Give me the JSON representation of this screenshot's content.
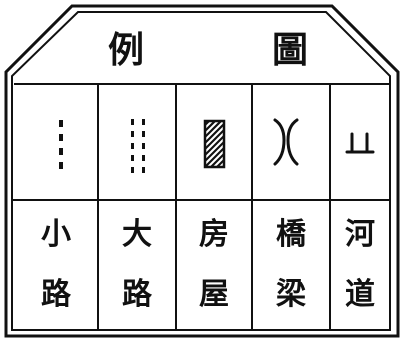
{
  "legend": {
    "title_left": "例",
    "title_right": "圖",
    "items": [
      {
        "symbol": "dotted-line-icon",
        "name_top": "小",
        "name_bottom": "路"
      },
      {
        "symbol": "double-dotted-line-icon",
        "name_top": "大",
        "name_bottom": "路"
      },
      {
        "symbol": "hatched-rectangle-icon",
        "name_top": "房",
        "name_bottom": "屋"
      },
      {
        "symbol": "bridge-icon",
        "name_top": "橋",
        "name_bottom": "梁"
      },
      {
        "symbol": "river-icon",
        "name_top": "河",
        "name_bottom": "道"
      }
    ],
    "ink_color": "#111111",
    "paper_color": "#ffffff"
  }
}
